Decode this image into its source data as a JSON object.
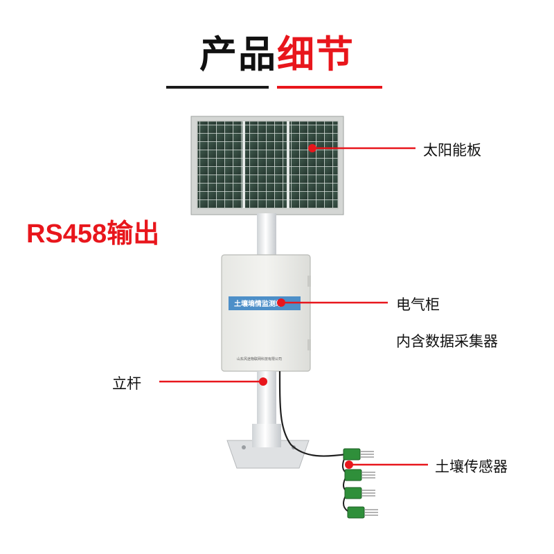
{
  "header": {
    "title_part1": "产品",
    "title_part2": "细节",
    "title_part1_color": "#111111",
    "title_part2_color": "#e8161c"
  },
  "output_label": "RS458输出",
  "callouts": {
    "solar_panel": "太阳能板",
    "cabinet": "电气柜",
    "cabinet_sub": "内含数据采集器",
    "pole": "立杆",
    "soil_sensor": "土壤传感器"
  },
  "accent_color": "#e8161c"
}
